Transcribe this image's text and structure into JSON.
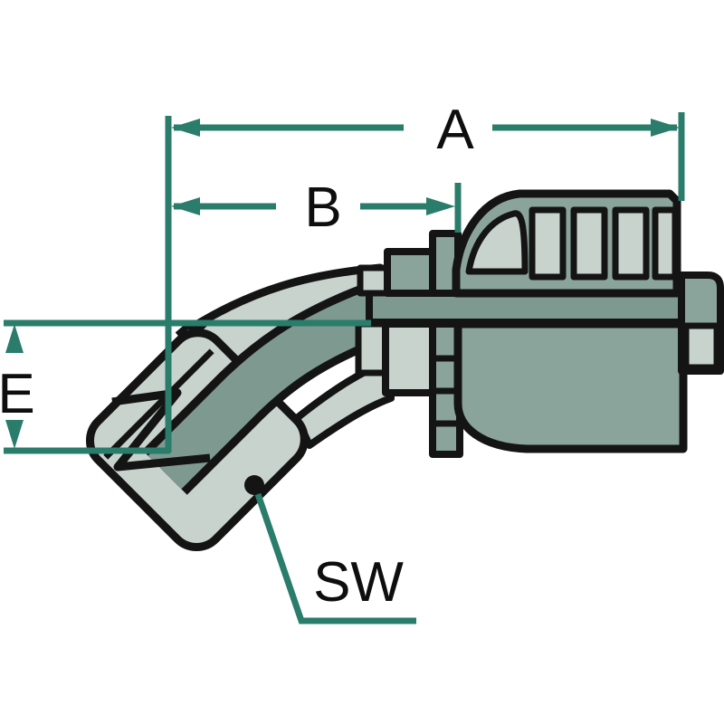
{
  "figure": {
    "labels": {
      "a": "A",
      "b": "B",
      "e": "E",
      "sw": "SW"
    }
  },
  "colors": {
    "dimension": "#2A7C6B",
    "outline": "#141414",
    "fill_light": "#C8D3CE",
    "fill_mid": "#8BA49B",
    "fill_dark": "#7E998F",
    "background": "#FFFFFF"
  }
}
